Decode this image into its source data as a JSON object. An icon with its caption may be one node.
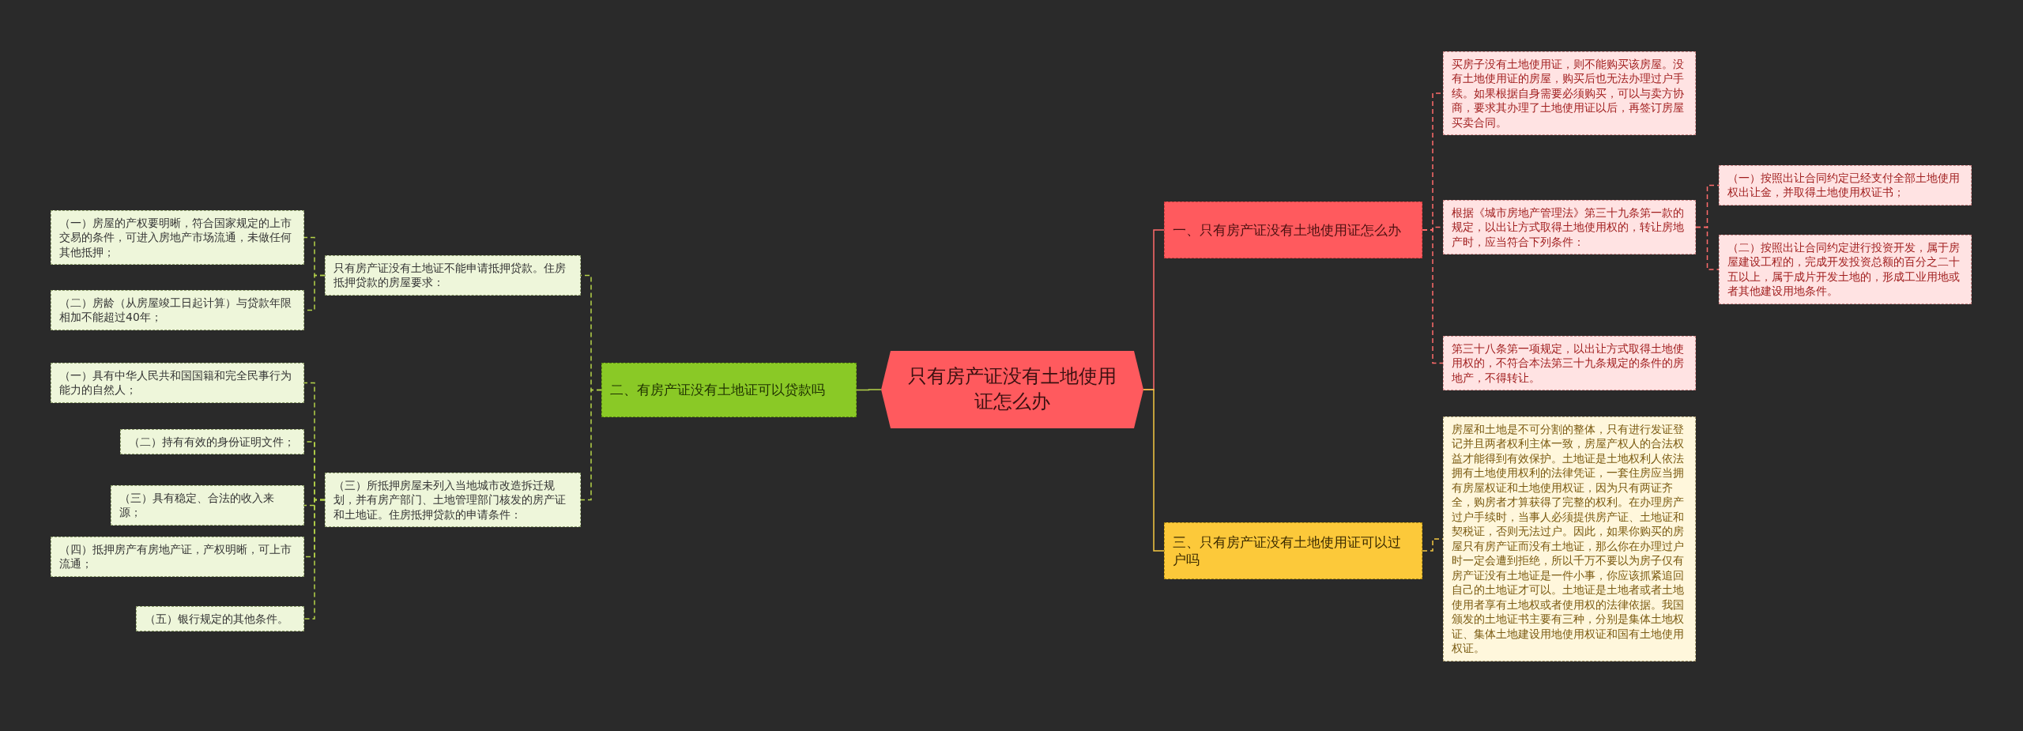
{
  "diagram": {
    "nodes": [
      {
        "text": [
          "只有房产证没有土地使用证怎么办"
        ]
      },
      {
        "text": [
          "一、只有房产证没有土地使用证怎么办"
        ]
      },
      {
        "text": [
          "买房子没有土地使用证，则不能购买该房屋。没有土地使用证的房屋，购买后也无法办理过户手续。如果根据自身需要必须购买，可以与卖方协商，要求其办理了土地使用证以后，再签订房屋买卖合同。"
        ]
      },
      {
        "text": [
          "根据《城市房地产管理法》第三十九条第一款的规定，以出让方式取得土地使用权的，转让房地产时，应当符合下列条件："
        ]
      },
      {
        "text": [
          "（一）按照出让合同约定已经支付全部土地使用权出让金，并取得土地使用权证书；"
        ]
      },
      {
        "text": [
          "（二）按照出让合同约定进行投资开发，属于房屋建设工程的，完成开发投资总额的百分之二十五以上，属于成片开发土地的，形成工业用地或者其他建设用地条件。"
        ]
      },
      {
        "text": [
          "第三十八条第一项规定，以出让方式取得土地使用权的，不符合本法第三十九条规定的条件的房地产，不得转让。"
        ]
      },
      {
        "text": [
          "三、只有房产证没有土地使用证可以过户吗"
        ]
      },
      {
        "text": [
          "房屋和土地是不可分割的整体，只有进行发证登记并且两者权利主体一致，房屋产权人的合法权益才能得到有效保护。土地证是土地权利人依法拥有土地使用权利的法律凭证，一套住房应当拥有房屋权证和土地使用权证，因为只有两证齐全，购房者才算获得了完整的权利。在办理房产过户手续时，当事人必须提供房产证、土地证和契税证，否则无法过户。因此，如果你购买的房屋只有房产证而没有土地证，那么你在办理过户时一定会遭到拒绝，所以千万不要以为房子仅有房产证没有土地证是一件小事，你应该抓紧追回自己的土地证才可以。土地证是土地者或者土地使用者享有土地权或者使用权的法律依据。我国颁发的土地证书主要有三种，分别是集体土地权证、集体土地建设用地使用权证和国有土地使用权证。"
        ]
      },
      {
        "text": [
          "二、有房产证没有土地证可以贷款吗"
        ]
      },
      {
        "text": [
          "只有房产证没有土地证不能申请抵押贷款。住房抵押贷款的房屋要求："
        ]
      },
      {
        "text": [
          "（一）房屋的产权要明晰，符合国家规定的上市交易的条件，可进入房地产市场流通，未做任何其他抵押；"
        ]
      },
      {
        "text": [
          "（二）房龄（从房屋竣工日起计算）与贷款年限相加不能超过40年；"
        ]
      },
      {
        "text": [
          "（三）所抵押房屋未列入当地城市改造拆迁规划，并有房产部门、土地管理部门核发的房产证和土地证。住房抵押贷款的申请条件："
        ]
      },
      {
        "text": [
          "（一）具有中华人民共和国国籍和完全民事行为能力的自然人；"
        ]
      },
      {
        "text": [
          "（二）持有有效的身份证明文件；"
        ]
      },
      {
        "text": [
          "（三）具有稳定、合法的收入来源；"
        ]
      },
      {
        "text": [
          "（四）抵押房产有房地产证，产权明晰，可上市流通；"
        ]
      },
      {
        "text": [
          "（五）银行规定的其他条件。"
        ]
      }
    ],
    "edges": [
      {
        "from": 0,
        "to": 1,
        "arrow": "none",
        "color": "#ff6b6b"
      },
      {
        "from": 1,
        "to": 2,
        "arrow": "none",
        "style": "dashed",
        "color": "#ff6b6b"
      },
      {
        "from": 1,
        "to": 3,
        "arrow": "none",
        "style": "dashed",
        "color": "#ff6b6b"
      },
      {
        "from": 3,
        "to": 4,
        "arrow": "none",
        "style": "dashed",
        "color": "#ff6b6b"
      },
      {
        "from": 3,
        "to": 5,
        "arrow": "none",
        "style": "dashed",
        "color": "#ff6b6b"
      },
      {
        "from": 1,
        "to": 6,
        "arrow": "none",
        "style": "dashed",
        "color": "#ff6b6b"
      },
      {
        "from": 0,
        "to": 7,
        "arrow": "none",
        "color": "#f5c842"
      },
      {
        "from": 7,
        "to": 8,
        "arrow": "none",
        "style": "dashed",
        "color": "#f5c842"
      },
      {
        "from": 0,
        "to": 9,
        "arrow": "none"
      },
      {
        "from": 9,
        "to": 10,
        "arrow": "none",
        "style": "dashed"
      },
      {
        "from": 10,
        "to": 11,
        "arrow": "none",
        "style": "dashed"
      },
      {
        "from": 10,
        "to": 12,
        "arrow": "none",
        "style": "dashed"
      },
      {
        "from": 9,
        "to": 13,
        "arrow": "none",
        "style": "dashed"
      },
      {
        "from": 13,
        "to": 14,
        "arrow": "none",
        "style": "dashed"
      },
      {
        "from": 13,
        "to": 15,
        "arrow": "none",
        "style": "dashed"
      },
      {
        "from": 13,
        "to": 16,
        "arrow": "none",
        "style": "dashed"
      },
      {
        "from": 13,
        "to": 17,
        "arrow": "none",
        "style": "dashed"
      },
      {
        "from": 13,
        "to": 18,
        "arrow": "none",
        "style": "dashed"
      }
    ]
  }
}
